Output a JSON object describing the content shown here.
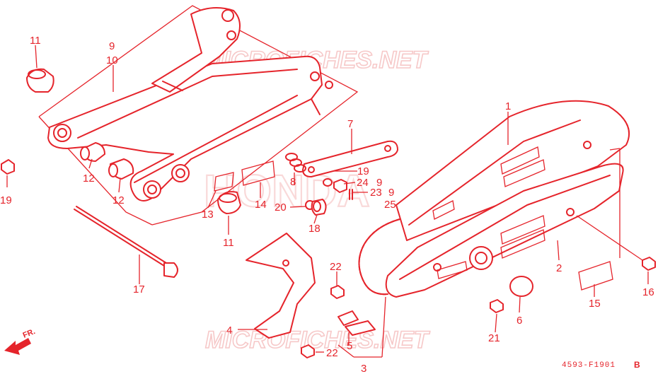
{
  "diagram": {
    "watermark_top": "MICROFICHES.NET",
    "watermark_bottom": "MICROFICHES.NET",
    "watermark_center": "HONDA",
    "drawing_code": "4593-F1901",
    "drawing_rev": "B",
    "direction_label": "FR.",
    "accent_color": "#e5242b",
    "callouts": [
      "11",
      "9",
      "10",
      "12",
      "12",
      "19",
      "17",
      "7",
      "19",
      "24",
      "9",
      "23",
      "9",
      "25",
      "8",
      "20",
      "18",
      "13",
      "14",
      "11",
      "22",
      "22",
      "4",
      "5",
      "3",
      "1",
      "2",
      "16",
      "6",
      "21",
      "15"
    ]
  }
}
